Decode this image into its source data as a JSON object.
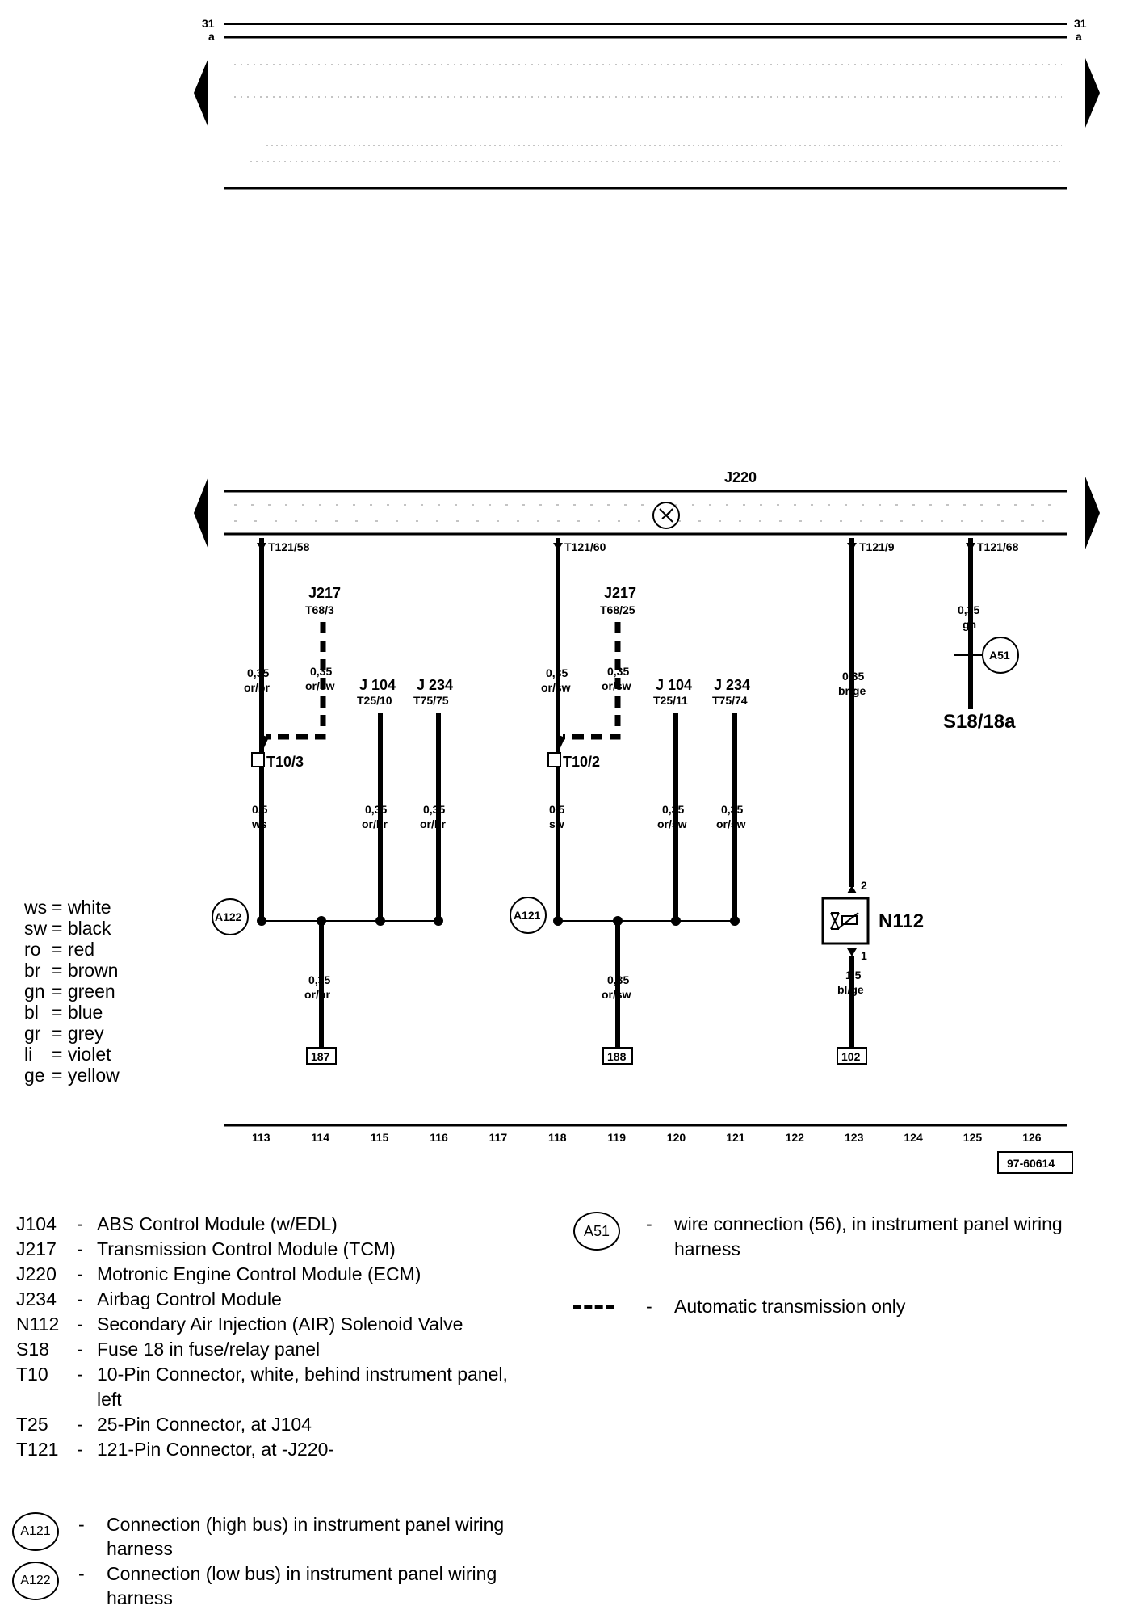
{
  "top_bar": {
    "left_num": "31",
    "left_sub": "a",
    "right_num": "31",
    "right_sub": "a"
  },
  "ecm": {
    "label": "J220"
  },
  "pins": {
    "p58": "T121/58",
    "p60": "T121/60",
    "p9": "T121/9",
    "p68": "T121/68"
  },
  "j217a": {
    "name": "J217",
    "pin": "T68/3"
  },
  "j217b": {
    "name": "J217",
    "pin": "T68/25"
  },
  "j104a": {
    "name": "J 104",
    "pin": "T25/10"
  },
  "j104b": {
    "name": "J 104",
    "pin": "T25/11"
  },
  "j234a": {
    "name": "J 234",
    "pin": "T75/75"
  },
  "j234b": {
    "name": "J 234",
    "pin": "T75/74"
  },
  "wires": {
    "w113_top": {
      "size": "0,35",
      "color": "or/br"
    },
    "w114_top": {
      "size": "0,35",
      "color": "or/sw"
    },
    "w113_bot": {
      "size": "0,5",
      "color": "ws"
    },
    "w115": {
      "size": "0,35",
      "color": "or/br"
    },
    "w116": {
      "size": "0,35",
      "color": "or/br"
    },
    "w114_bot": {
      "size": "0,35",
      "color": "or/br"
    },
    "w118_top": {
      "size": "0,35",
      "color": "or/sw"
    },
    "w119_top": {
      "size": "0,35",
      "color": "or/sw"
    },
    "w118_bot": {
      "size": "0,5",
      "color": "sw"
    },
    "w120": {
      "size": "0,35",
      "color": "or/sw"
    },
    "w121": {
      "size": "0,35",
      "color": "or/sw"
    },
    "w119_bot": {
      "size": "0,35",
      "color": "or/sw"
    },
    "w123_top": {
      "size": "0.35",
      "color": "br/ge"
    },
    "w123_bot": {
      "size": "1.5",
      "color": "bl/ge"
    },
    "w125": {
      "size": "0,35",
      "color": "gn"
    }
  },
  "connectors": {
    "t10_3": "T10/3",
    "t10_2": "T10/2"
  },
  "circles": {
    "a122": "A122",
    "a121": "A121",
    "a51": "A51"
  },
  "fuse": {
    "label": "S18/18a"
  },
  "valve": {
    "label": "N112",
    "pin_top": "2",
    "pin_bot": "1"
  },
  "refs": {
    "r187": "187",
    "r188": "188",
    "r102": "102"
  },
  "columns": [
    "113",
    "114",
    "115",
    "116",
    "117",
    "118",
    "119",
    "120",
    "121",
    "122",
    "123",
    "124",
    "125",
    "126"
  ],
  "figure_id": "97-60614",
  "color_codes": [
    {
      "code": "ws",
      "name": "= white"
    },
    {
      "code": "sw",
      "name": "= black"
    },
    {
      "code": "ro",
      "name": "= red"
    },
    {
      "code": "br",
      "name": "= brown"
    },
    {
      "code": "gn",
      "name": "= green"
    },
    {
      "code": "bl",
      "name": "= blue"
    },
    {
      "code": "gr",
      "name": "= grey"
    },
    {
      "code": "li",
      "name": "= violet"
    },
    {
      "code": "ge",
      "name": "= yellow"
    }
  ],
  "legend": [
    {
      "code": "J104",
      "dash": "-",
      "desc": "ABS Control Module (w/EDL)"
    },
    {
      "code": "J217",
      "dash": "-",
      "desc": "Transmission Control Module (TCM)"
    },
    {
      "code": "J220",
      "dash": "-",
      "desc": "Motronic Engine Control Module (ECM)"
    },
    {
      "code": "J234",
      "dash": "-",
      "desc": "Airbag Control Module"
    },
    {
      "code": "N112",
      "dash": "-",
      "desc": "Secondary Air Injection (AIR) Solenoid Valve"
    },
    {
      "code": "S18",
      "dash": "-",
      "desc": "Fuse 18 in fuse/relay panel"
    },
    {
      "code": "T10",
      "dash": "-",
      "desc": "10-Pin Connector, white, behind instrument panel, left"
    },
    {
      "code": "T25",
      "dash": "-",
      "desc": "25-Pin Connector, at J104"
    },
    {
      "code": "T121",
      "dash": "-",
      "desc": "121-Pin Connector, at -J220-"
    }
  ],
  "circle_legend": [
    {
      "code": "A121",
      "dash": "-",
      "desc": "Connection (high bus) in instrument panel wiring harness"
    },
    {
      "code": "A122",
      "dash": "-",
      "desc": "Connection (low bus) in instrument panel wiring harness"
    }
  ],
  "legend_right": {
    "a51_code": "A51",
    "a51_dash": "-",
    "a51_desc": "wire connection (56), in instrument panel wiring harness",
    "dashed_dash": "-",
    "dashed_desc": "Automatic transmission only"
  }
}
